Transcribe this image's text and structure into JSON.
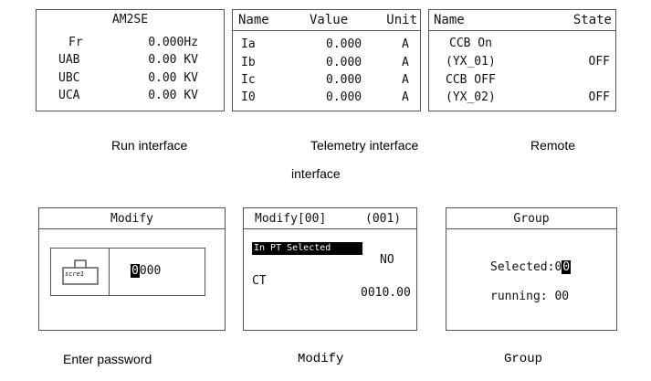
{
  "run": {
    "title": "AM2SE",
    "rows": [
      {
        "label": "Fr",
        "value": "0.000Hz"
      },
      {
        "label": "UAB",
        "value": "0.00 KV"
      },
      {
        "label": "UBC",
        "value": "0.00 KV"
      },
      {
        "label": "UCA",
        "value": "0.00 KV"
      }
    ],
    "caption": "Run interface"
  },
  "telemetry": {
    "headers": {
      "name": "Name",
      "value": "Value",
      "unit": "Unit"
    },
    "rows": [
      {
        "name": "Ia",
        "value": "0.000",
        "unit": "A"
      },
      {
        "name": "Ib",
        "value": "0.000",
        "unit": "A"
      },
      {
        "name": "Ic",
        "value": "0.000",
        "unit": "A"
      },
      {
        "name": "I0",
        "value": "0.000",
        "unit": "A"
      }
    ],
    "caption": "Telemetry interface",
    "caption2": "interface"
  },
  "remote": {
    "headers": {
      "name": "Name",
      "state": "State"
    },
    "rows": [
      {
        "line1": "CCB On",
        "line2": "(YX_01)",
        "state": "OFF"
      },
      {
        "line1": "CCB OFF",
        "line2": "(YX_02)",
        "state": "OFF"
      }
    ],
    "caption": "Remote"
  },
  "password": {
    "title": "Modify",
    "lock_label": "scre1",
    "first_digit": "0",
    "rest_digits": "000",
    "caption": "Enter password"
  },
  "modify": {
    "title": "Modify[00]",
    "page": "(001)",
    "selected_item": "In PT Selected",
    "selected_value": "NO",
    "item2": "CT",
    "item2_value": "0010.00",
    "caption": "Modify"
  },
  "group": {
    "title": "Group",
    "selected_label": "Selected:",
    "selected_digit1": "0",
    "selected_digit2": "0",
    "running_label": "running: 00",
    "caption": "Group"
  }
}
